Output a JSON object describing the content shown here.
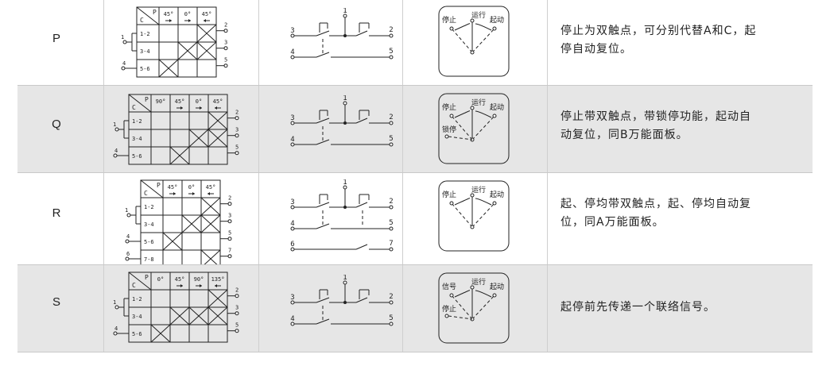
{
  "rows": [
    {
      "code": "P",
      "description_lines": [
        "停止为双触点，可分别代替A和C，起",
        "停自动复位。"
      ],
      "table": {
        "corner_p": "P",
        "corner_c": "C",
        "angles": [
          "45°",
          "0°",
          "45°"
        ],
        "contacts": [
          "1-2",
          "3-4",
          "5-6"
        ],
        "left_terms": [
          "1",
          "4"
        ],
        "right_terms": [
          "2",
          "3",
          "5"
        ],
        "crossed": [
          [
            2
          ],
          [
            1,
            2
          ],
          [
            0
          ]
        ]
      },
      "circuit_labels": [
        "1",
        "3",
        "2",
        "4",
        "5"
      ],
      "dial": {
        "left": "停止",
        "center": "运行",
        "right": "起动",
        "lower": ""
      }
    },
    {
      "code": "Q",
      "description_lines": [
        "停止带双触点，带锁停功能，起动自",
        "动复位，同B万能面板。"
      ],
      "table": {
        "corner_p": "P",
        "corner_c": "C",
        "angles": [
          "90°",
          "45°",
          "0°",
          "45°"
        ],
        "contacts": [
          "1-2",
          "3-4",
          "5-6"
        ],
        "left_terms": [
          "1",
          "4"
        ],
        "right_terms": [
          "2",
          "3",
          "5"
        ],
        "crossed": [
          [
            3
          ],
          [
            2,
            3
          ],
          [
            1
          ]
        ]
      },
      "circuit_labels": [
        "1",
        "3",
        "2",
        "4",
        "5"
      ],
      "dial": {
        "left": "停止",
        "center": "运行",
        "right": "起动",
        "lower": "锁停"
      }
    },
    {
      "code": "R",
      "description_lines": [
        "起、停均带双触点，起、停均自动复",
        "位，同A万能面板。"
      ],
      "table": {
        "corner_p": "P",
        "corner_c": "C",
        "angles": [
          "45°",
          "0°",
          "45°"
        ],
        "contacts": [
          "1-2",
          "3-4",
          "5-6",
          "7-8"
        ],
        "left_terms": [
          "1",
          "4",
          "6"
        ],
        "right_terms": [
          "2",
          "3",
          "5",
          "7"
        ],
        "crossed": [
          [
            2
          ],
          [
            1,
            2
          ],
          [
            0
          ],
          [
            2
          ]
        ]
      },
      "circuit_labels": [
        "1",
        "3",
        "2",
        "4",
        "5",
        "6",
        "7"
      ],
      "dial": {
        "left": "停止",
        "center": "运行",
        "right": "起动",
        "lower": ""
      }
    },
    {
      "code": "S",
      "description_lines": [
        "起停前先传递一个联络信号。"
      ],
      "table": {
        "corner_p": "P",
        "corner_c": "C",
        "angles": [
          "0°",
          "45°",
          "90°",
          "135°"
        ],
        "contacts": [
          "1-2",
          "3-4",
          "5-6"
        ],
        "left_terms": [
          "1",
          "4"
        ],
        "right_terms": [
          "2",
          "3",
          "5"
        ],
        "crossed": [
          [
            3
          ],
          [
            1,
            2,
            3
          ],
          [
            0
          ]
        ]
      },
      "circuit_labels": [
        "1",
        "3",
        "2",
        "4",
        "5"
      ],
      "dial": {
        "left": "信号",
        "center": "运行",
        "right": "起动",
        "lower": "停止"
      }
    }
  ]
}
